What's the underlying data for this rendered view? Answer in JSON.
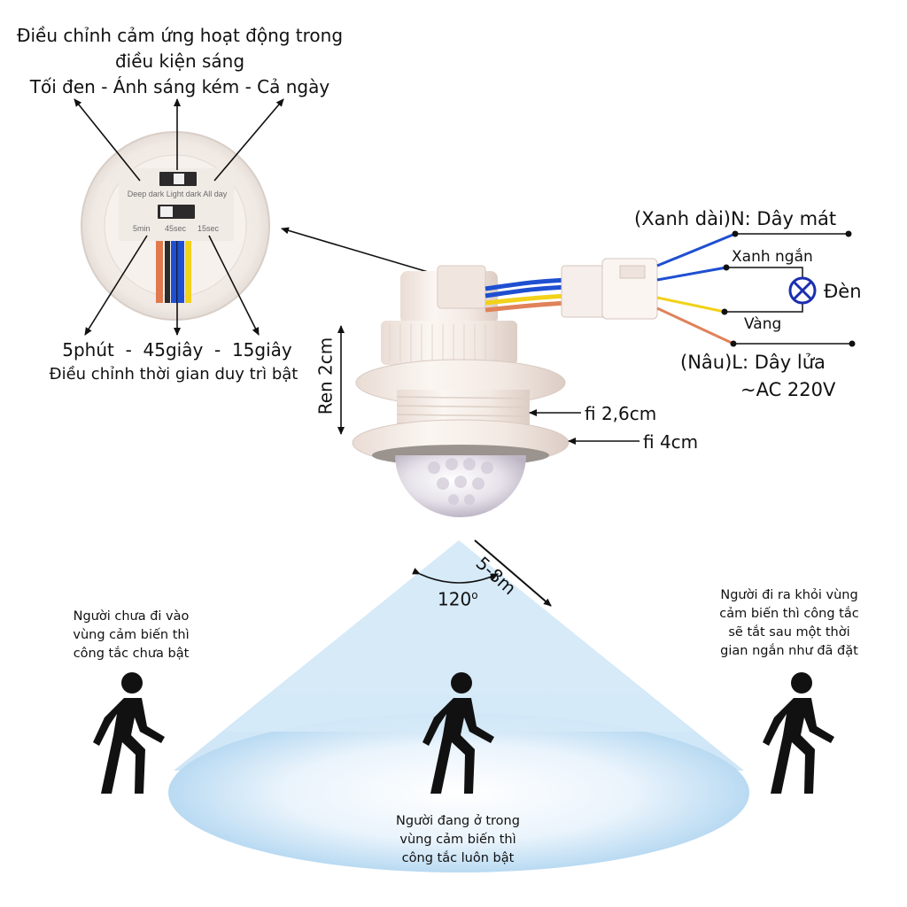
{
  "light_setting": {
    "line1": "Điều chỉnh cảm ứng hoạt động trong",
    "line2": "điều kiện sáng",
    "line3": "Tối đen - Ánh sáng kém - Cả ngày"
  },
  "module_labels": {
    "light_modes": "Deep dark Light dark All day",
    "time_5min": "5min",
    "time_45sec": "45sec",
    "time_15sec": "15sec"
  },
  "time_setting": {
    "values": "5phút  -  45giây  -  15giây",
    "caption": "Điều chỉnh thời gian duy trì bật"
  },
  "wiring": {
    "neutral": "(Xanh dài)N: Dây mát",
    "short_blue": "Xanh ngắn",
    "lamp": "Đèn",
    "yellow": "Vàng",
    "live": "(Nâu)L: Dây lửa",
    "voltage": "~AC 220V",
    "colors": {
      "blue": "#1f4fd1",
      "yellow": "#f2d21a",
      "brown": "#e0825a",
      "lamp_ring": "#1a2fb0"
    }
  },
  "dimensions": {
    "thread_height": "Ren 2cm",
    "inner_diameter": "fi 2,6cm",
    "outer_diameter": "fi 4cm"
  },
  "detection": {
    "range": "5-8m",
    "angle": "120",
    "angle_unit": "o",
    "cone_color": "#cfe6f7"
  },
  "people": {
    "left": [
      "Người chưa đi vào",
      "vùng cảm biến thì",
      "công tắc chưa bật"
    ],
    "center": [
      "Người đang ở trong",
      "vùng cảm biến thì",
      "công tắc luôn bật"
    ],
    "right": [
      "Người đi ra khỏi vùng",
      "cảm biến thì công tắc",
      "sẽ tắt sau một thời",
      "gian ngắn như đã đặt"
    ]
  }
}
